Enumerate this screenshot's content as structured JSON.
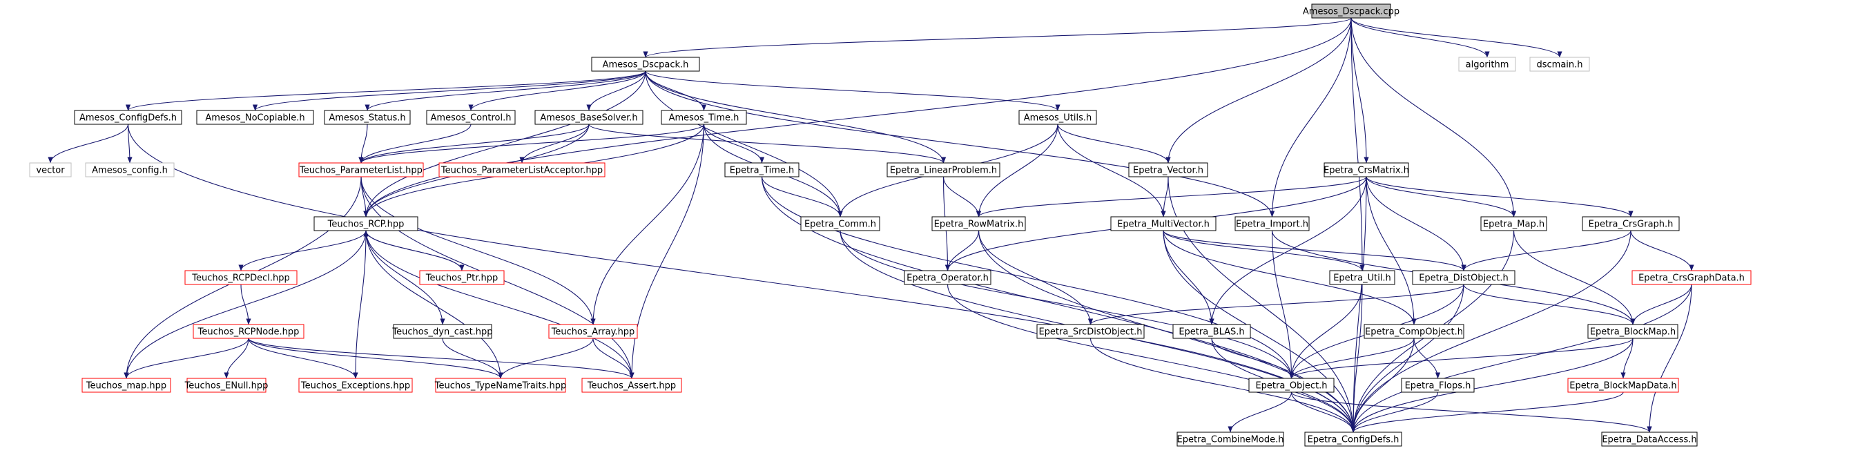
{
  "diagram": {
    "colors": {
      "edge": "#191970",
      "node_default": "#000000",
      "node_red": "#ff0000",
      "node_gray": "#bfbfbf",
      "root_fill": "#bfbfbf"
    },
    "nodes": [
      {
        "id": "root",
        "label": "Amesos_Dscpack.cpp",
        "style": "root"
      },
      {
        "id": "algorithm",
        "label": "algorithm",
        "style": "gray"
      },
      {
        "id": "dscmain",
        "label": "dscmain.h",
        "style": "gray"
      },
      {
        "id": "ad_h",
        "label": "Amesos_Dscpack.h",
        "style": "normal"
      },
      {
        "id": "acd",
        "label": "Amesos_ConfigDefs.h",
        "style": "normal"
      },
      {
        "id": "anc",
        "label": "Amesos_NoCopiable.h",
        "style": "normal"
      },
      {
        "id": "ast",
        "label": "Amesos_Status.h",
        "style": "normal"
      },
      {
        "id": "actl",
        "label": "Amesos_Control.h",
        "style": "normal"
      },
      {
        "id": "abs",
        "label": "Amesos_BaseSolver.h",
        "style": "normal"
      },
      {
        "id": "atm",
        "label": "Amesos_Time.h",
        "style": "normal"
      },
      {
        "id": "aut",
        "label": "Amesos_Utils.h",
        "style": "normal"
      },
      {
        "id": "vector",
        "label": "vector",
        "style": "gray"
      },
      {
        "id": "aconf",
        "label": "Amesos_config.h",
        "style": "gray"
      },
      {
        "id": "tpl",
        "label": "Teuchos_ParameterList.hpp",
        "style": "red"
      },
      {
        "id": "tpla",
        "label": "Teuchos_ParameterListAcceptor.hpp",
        "style": "red"
      },
      {
        "id": "etime",
        "label": "Epetra_Time.h",
        "style": "normal"
      },
      {
        "id": "elp",
        "label": "Epetra_LinearProblem.h",
        "style": "normal"
      },
      {
        "id": "evec",
        "label": "Epetra_Vector.h",
        "style": "normal"
      },
      {
        "id": "ecrs",
        "label": "Epetra_CrsMatrix.h",
        "style": "normal"
      },
      {
        "id": "trcp",
        "label": "Teuchos_RCP.hpp",
        "style": "normal"
      },
      {
        "id": "ecomm",
        "label": "Epetra_Comm.h",
        "style": "normal"
      },
      {
        "id": "erow",
        "label": "Epetra_RowMatrix.h",
        "style": "normal"
      },
      {
        "id": "emv",
        "label": "Epetra_MultiVector.h",
        "style": "normal"
      },
      {
        "id": "eimp",
        "label": "Epetra_Import.h",
        "style": "normal"
      },
      {
        "id": "emap",
        "label": "Epetra_Map.h",
        "style": "normal"
      },
      {
        "id": "ecg",
        "label": "Epetra_CrsGraph.h",
        "style": "normal"
      },
      {
        "id": "trcpd",
        "label": "Teuchos_RCPDecl.hpp",
        "style": "red"
      },
      {
        "id": "tptr",
        "label": "Teuchos_Ptr.hpp",
        "style": "red"
      },
      {
        "id": "eop",
        "label": "Epetra_Operator.h",
        "style": "normal"
      },
      {
        "id": "eutil",
        "label": "Epetra_Util.h",
        "style": "normal"
      },
      {
        "id": "edo",
        "label": "Epetra_DistObject.h",
        "style": "normal"
      },
      {
        "id": "ecgd",
        "label": "Epetra_CrsGraphData.h",
        "style": "red"
      },
      {
        "id": "trcpn",
        "label": "Teuchos_RCPNode.hpp",
        "style": "red"
      },
      {
        "id": "tdc",
        "label": "Teuchos_dyn_cast.hpp",
        "style": "normal"
      },
      {
        "id": "tarr",
        "label": "Teuchos_Array.hpp",
        "style": "red"
      },
      {
        "id": "esdo",
        "label": "Epetra_SrcDistObject.h",
        "style": "normal"
      },
      {
        "id": "eblas",
        "label": "Epetra_BLAS.h",
        "style": "normal"
      },
      {
        "id": "eco",
        "label": "Epetra_CompObject.h",
        "style": "normal"
      },
      {
        "id": "ebm",
        "label": "Epetra_BlockMap.h",
        "style": "normal"
      },
      {
        "id": "tmap",
        "label": "Teuchos_map.hpp",
        "style": "red"
      },
      {
        "id": "tenull",
        "label": "Teuchos_ENull.hpp",
        "style": "red"
      },
      {
        "id": "texc",
        "label": "Teuchos_Exceptions.hpp",
        "style": "red"
      },
      {
        "id": "ttnt",
        "label": "Teuchos_TypeNameTraits.hpp",
        "style": "red"
      },
      {
        "id": "tassert",
        "label": "Teuchos_Assert.hpp",
        "style": "red"
      },
      {
        "id": "eobj",
        "label": "Epetra_Object.h",
        "style": "normal"
      },
      {
        "id": "eflops",
        "label": "Epetra_Flops.h",
        "style": "normal"
      },
      {
        "id": "ebmd",
        "label": "Epetra_BlockMapData.h",
        "style": "red"
      },
      {
        "id": "ecm",
        "label": "Epetra_CombineMode.h",
        "style": "normal"
      },
      {
        "id": "ecd",
        "label": "Epetra_ConfigDefs.h",
        "style": "normal"
      },
      {
        "id": "eda",
        "label": "Epetra_DataAccess.h",
        "style": "normal"
      }
    ],
    "edges": [
      [
        "root",
        "algorithm"
      ],
      [
        "root",
        "dscmain"
      ],
      [
        "root",
        "ad_h"
      ],
      [
        "root",
        "trcp"
      ],
      [
        "root",
        "evec"
      ],
      [
        "root",
        "ecrs"
      ],
      [
        "root",
        "eimp"
      ],
      [
        "root",
        "emap"
      ],
      [
        "root",
        "eutil"
      ],
      [
        "ad_h",
        "acd"
      ],
      [
        "ad_h",
        "anc"
      ],
      [
        "ad_h",
        "ast"
      ],
      [
        "ad_h",
        "actl"
      ],
      [
        "ad_h",
        "abs"
      ],
      [
        "ad_h",
        "atm"
      ],
      [
        "ad_h",
        "aut"
      ],
      [
        "ad_h",
        "elp"
      ],
      [
        "ad_h",
        "ecomm"
      ],
      [
        "ad_h",
        "eimp"
      ],
      [
        "ad_h",
        "trcp"
      ],
      [
        "acd",
        "vector"
      ],
      [
        "acd",
        "aconf"
      ],
      [
        "acd",
        "ecd"
      ],
      [
        "ast",
        "tpl"
      ],
      [
        "actl",
        "tpl"
      ],
      [
        "abs",
        "tpl"
      ],
      [
        "abs",
        "tpla"
      ],
      [
        "abs",
        "trcp"
      ],
      [
        "abs",
        "elp"
      ],
      [
        "atm",
        "tpl"
      ],
      [
        "atm",
        "etime"
      ],
      [
        "atm",
        "ecomm"
      ],
      [
        "atm",
        "trcp"
      ],
      [
        "atm",
        "tarr"
      ],
      [
        "atm",
        "tassert"
      ],
      [
        "aut",
        "evec"
      ],
      [
        "aut",
        "emv"
      ],
      [
        "aut",
        "erow"
      ],
      [
        "aut",
        "ecomm"
      ],
      [
        "tpl",
        "trcp"
      ],
      [
        "tpl",
        "tarr"
      ],
      [
        "tpl",
        "tmap"
      ],
      [
        "tpl",
        "tassert"
      ],
      [
        "etime",
        "ecomm"
      ],
      [
        "etime",
        "eobj"
      ],
      [
        "etime",
        "ecd"
      ],
      [
        "elp",
        "erow"
      ],
      [
        "elp",
        "eop"
      ],
      [
        "evec",
        "emv"
      ],
      [
        "evec",
        "ecd"
      ],
      [
        "ecrs",
        "erow"
      ],
      [
        "ecrs",
        "emap"
      ],
      [
        "ecrs",
        "ecg"
      ],
      [
        "ecrs",
        "edo"
      ],
      [
        "ecrs",
        "eco"
      ],
      [
        "ecrs",
        "eblas"
      ],
      [
        "ecrs",
        "eop"
      ],
      [
        "ecrs",
        "ecd"
      ],
      [
        "trcp",
        "trcpd"
      ],
      [
        "trcp",
        "tptr"
      ],
      [
        "trcp",
        "tdc"
      ],
      [
        "trcp",
        "tmap"
      ],
      [
        "trcp",
        "texc"
      ],
      [
        "trcp",
        "ttnt"
      ],
      [
        "trcp",
        "tassert"
      ],
      [
        "ecomm",
        "eobj"
      ],
      [
        "ecomm",
        "ecd"
      ],
      [
        "erow",
        "eop"
      ],
      [
        "erow",
        "esdo"
      ],
      [
        "erow",
        "ecd"
      ],
      [
        "emv",
        "edo"
      ],
      [
        "emv",
        "eutil"
      ],
      [
        "emv",
        "eblas"
      ],
      [
        "emv",
        "eco"
      ],
      [
        "emv",
        "ecd"
      ],
      [
        "eimp",
        "eobj"
      ],
      [
        "eimp",
        "ebm"
      ],
      [
        "emap",
        "ebm"
      ],
      [
        "emap",
        "ecd"
      ],
      [
        "ecg",
        "edo"
      ],
      [
        "ecg",
        "ecgd"
      ],
      [
        "ecg",
        "ecd"
      ],
      [
        "trcpd",
        "trcpn"
      ],
      [
        "tptr",
        "trcp"
      ],
      [
        "eop",
        "ecd"
      ],
      [
        "eutil",
        "eobj"
      ],
      [
        "eutil",
        "ecd"
      ],
      [
        "edo",
        "esdo"
      ],
      [
        "edo",
        "ebm"
      ],
      [
        "edo",
        "eobj"
      ],
      [
        "edo",
        "ecd"
      ],
      [
        "ecgd",
        "ebm"
      ],
      [
        "ecgd",
        "eda"
      ],
      [
        "ecgd",
        "ecd"
      ],
      [
        "trcpn",
        "tenull"
      ],
      [
        "trcpn",
        "tmap"
      ],
      [
        "trcpn",
        "texc"
      ],
      [
        "trcpn",
        "ttnt"
      ],
      [
        "trcpn",
        "tassert"
      ],
      [
        "tdc",
        "ttnt"
      ],
      [
        "tarr",
        "ttnt"
      ],
      [
        "tarr",
        "tassert"
      ],
      [
        "esdo",
        "ecd"
      ],
      [
        "eblas",
        "eobj"
      ],
      [
        "eblas",
        "ecd"
      ],
      [
        "eco",
        "eobj"
      ],
      [
        "eco",
        "eflops"
      ],
      [
        "eco",
        "ecd"
      ],
      [
        "ebm",
        "eobj"
      ],
      [
        "ebm",
        "ebmd"
      ],
      [
        "ebm",
        "ecd"
      ],
      [
        "eobj",
        "ecm"
      ],
      [
        "eobj",
        "ecd"
      ],
      [
        "eobj",
        "eda"
      ],
      [
        "eflops",
        "ecd"
      ],
      [
        "ebmd",
        "ecd"
      ]
    ]
  }
}
